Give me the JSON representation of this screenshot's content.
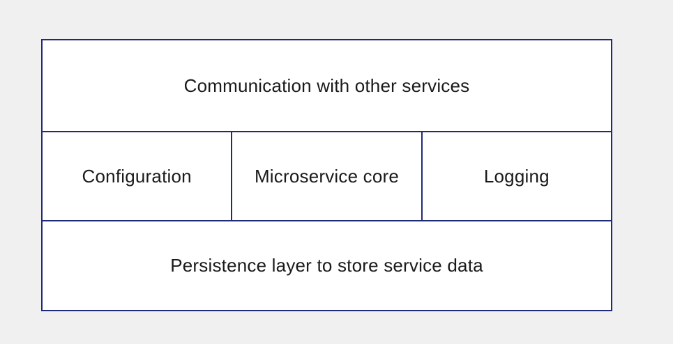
{
  "diagram": {
    "top_layer": {
      "label": "Communication with other services"
    },
    "middle_layer": {
      "cells": [
        {
          "label": "Configuration"
        },
        {
          "label": "Microservice core"
        },
        {
          "label": "Logging"
        }
      ]
    },
    "bottom_layer": {
      "label": "Persistence layer to store service data"
    }
  },
  "colors": {
    "border": "#1f2a78",
    "background": "#f0f0f0",
    "box_fill": "#ffffff",
    "text": "#1a1a1a"
  }
}
